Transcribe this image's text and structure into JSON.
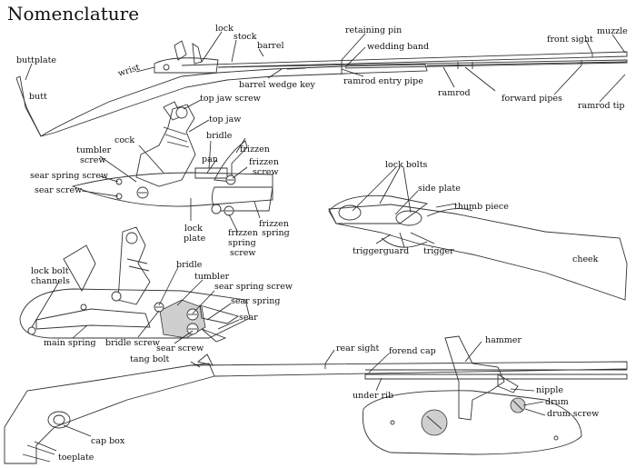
{
  "title": "Nomenclature",
  "labels": {
    "lock": "lock",
    "stock": "stock",
    "barrel": "barrel",
    "buttplate": "buttplate",
    "wrist": "wrist",
    "butt": "butt",
    "barrel_wedge_key": "barrel wedge key",
    "retaining_pin": "retaining pin",
    "wedding_band": "wedding band",
    "ramrod_entry_pipe": "ramrod entry pipe",
    "ramrod": "ramrod",
    "front_sight": "front sight",
    "muzzle": "muzzle",
    "forward_pipes": "forward pipes",
    "ramrod_tip": "ramrod tip",
    "top_jaw_screw": "top jaw screw",
    "top_jaw": "top jaw",
    "cock": "cock",
    "bridle_1": "bridle",
    "tumbler_screw_1": "tumbler",
    "tumbler_screw_2": "screw",
    "frizzen": "frizzen",
    "pan": "pan",
    "frizzen_screw_1": "frizzen",
    "frizzen_screw_2": "screw",
    "sear_spring_screw_1": "sear spring screw",
    "sear_screw_1": "sear screw",
    "lock_plate_1": "lock",
    "lock_plate_2": "plate",
    "frizzen_spring_screw_1": "frizzen",
    "frizzen_spring_screw_2": "spring",
    "frizzen_spring_screw_3": "screw",
    "frizzen_spring_1": "frizzen",
    "frizzen_spring_2": "spring",
    "lock_bolts": "lock bolts",
    "side_plate": "side plate",
    "thumb_piece": "thumb piece",
    "triggerguard": "triggerguard",
    "trigger": "trigger",
    "cheek": "cheek",
    "bridle_2": "bridle",
    "tumbler_2": "tumbler",
    "lock_bolt_channels_1": "lock bolt",
    "lock_bolt_channels_2": "channels",
    "sear_spring_screw_2": "sear spring screw",
    "sear_spring": "sear spring",
    "sear": "sear",
    "main_spring": "main spring",
    "bridle_screw": "bridle screw",
    "sear_screw_2": "sear screw",
    "tang_bolt": "tang bolt",
    "rear_sight": "rear sight",
    "forend_cap": "forend cap",
    "under_rib": "under rib",
    "hammer": "hammer",
    "nipple": "nipple",
    "drum": "drum",
    "drum_screw": "drum screw",
    "cap_box": "cap box",
    "toeplate": "toeplate"
  }
}
